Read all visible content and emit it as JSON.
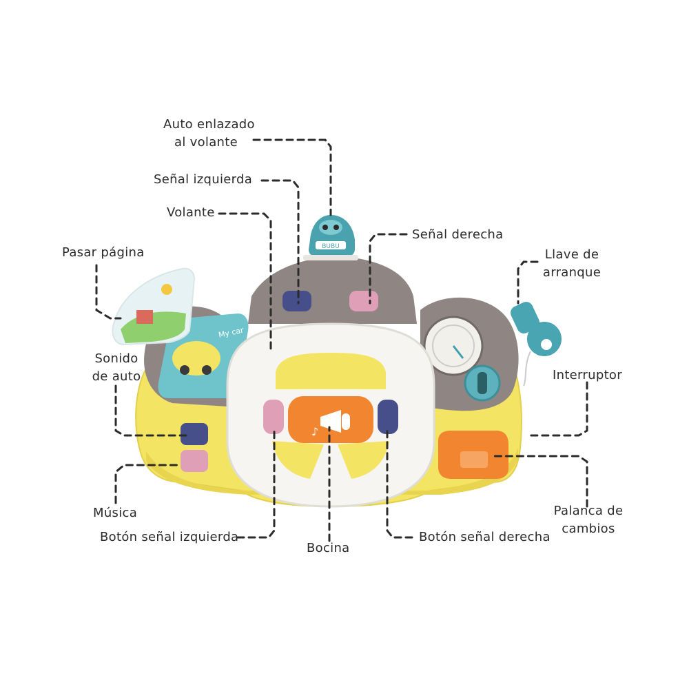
{
  "labels": {
    "auto_enlazado": [
      "Auto enlazado",
      "al volante"
    ],
    "senal_izquierda": "Señal izquierda",
    "volante": "Volante",
    "senal_derecha": "Señal derecha",
    "pasar_pagina": "Pasar página",
    "llave": [
      "Llave de",
      "arranque"
    ],
    "sonido_auto": [
      "Sonido",
      "de auto"
    ],
    "interruptor": "Interruptor",
    "musica": "Música",
    "boton_izq": "Botón señal izquierda",
    "bocina": "Bocina",
    "boton_der": "Botón señal derecha",
    "palanca": [
      "Palanca de",
      "cambios"
    ]
  },
  "toy": {
    "book_text": "My car",
    "car_plate": "BUBU",
    "colors": {
      "body_yellow": "#f3e463",
      "gray_panel": "#8f8582",
      "wheel_white": "#f6f5f1",
      "horn_orange": "#f2852f",
      "teal": "#4aa2ae",
      "pink": "#df9fb6",
      "navy": "#464f8a",
      "line": "#2b2b2b"
    }
  }
}
